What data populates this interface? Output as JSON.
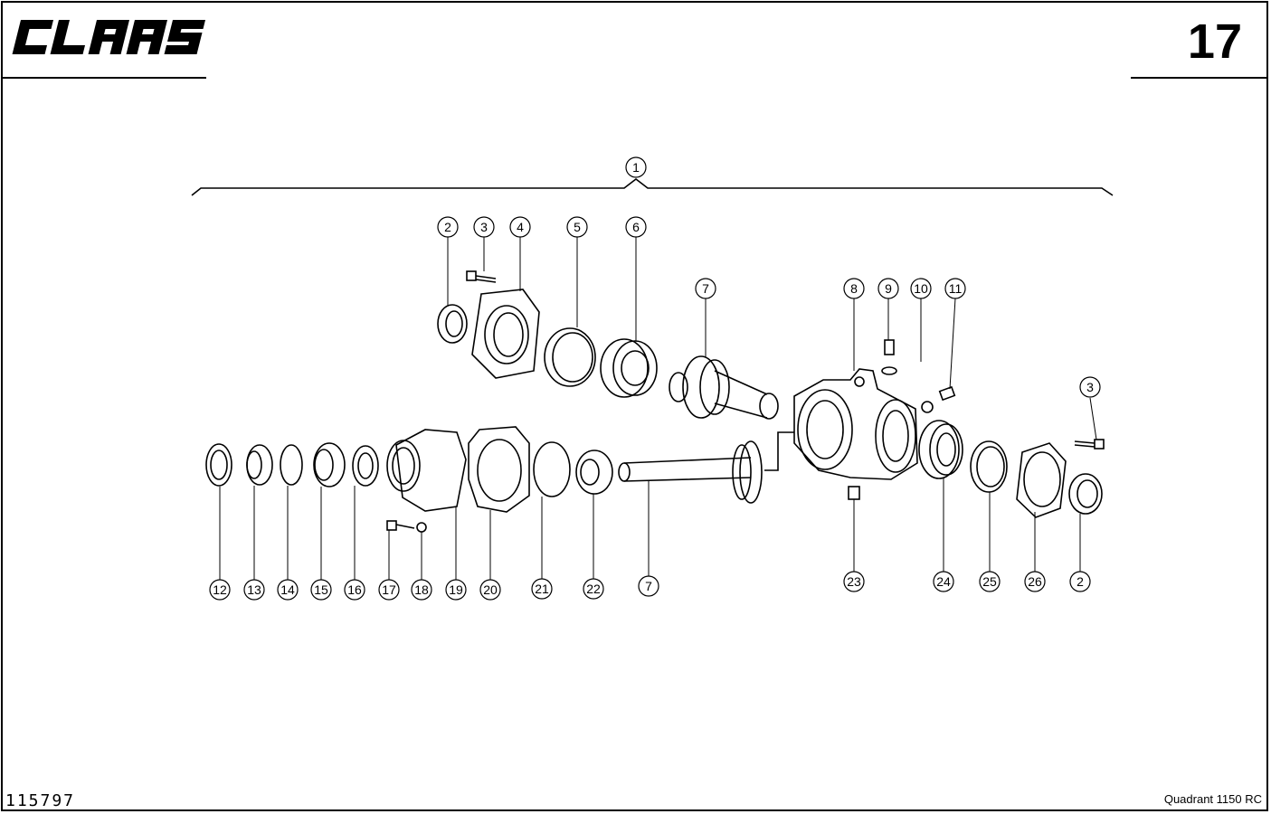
{
  "header": {
    "brand": "CLAAS",
    "page_number": "17"
  },
  "diagram": {
    "assembly_callout": "1",
    "callouts_upper": [
      "2",
      "3",
      "4",
      "5",
      "6",
      "7",
      "8",
      "9",
      "10",
      "11",
      "3"
    ],
    "callouts_lower": [
      "12",
      "13",
      "14",
      "15",
      "16",
      "17",
      "18",
      "19",
      "20",
      "21",
      "22",
      "7",
      "23",
      "24",
      "25",
      "26",
      "2"
    ]
  },
  "footer": {
    "document_number": "115797",
    "model": "Quadrant 1150 RC"
  }
}
